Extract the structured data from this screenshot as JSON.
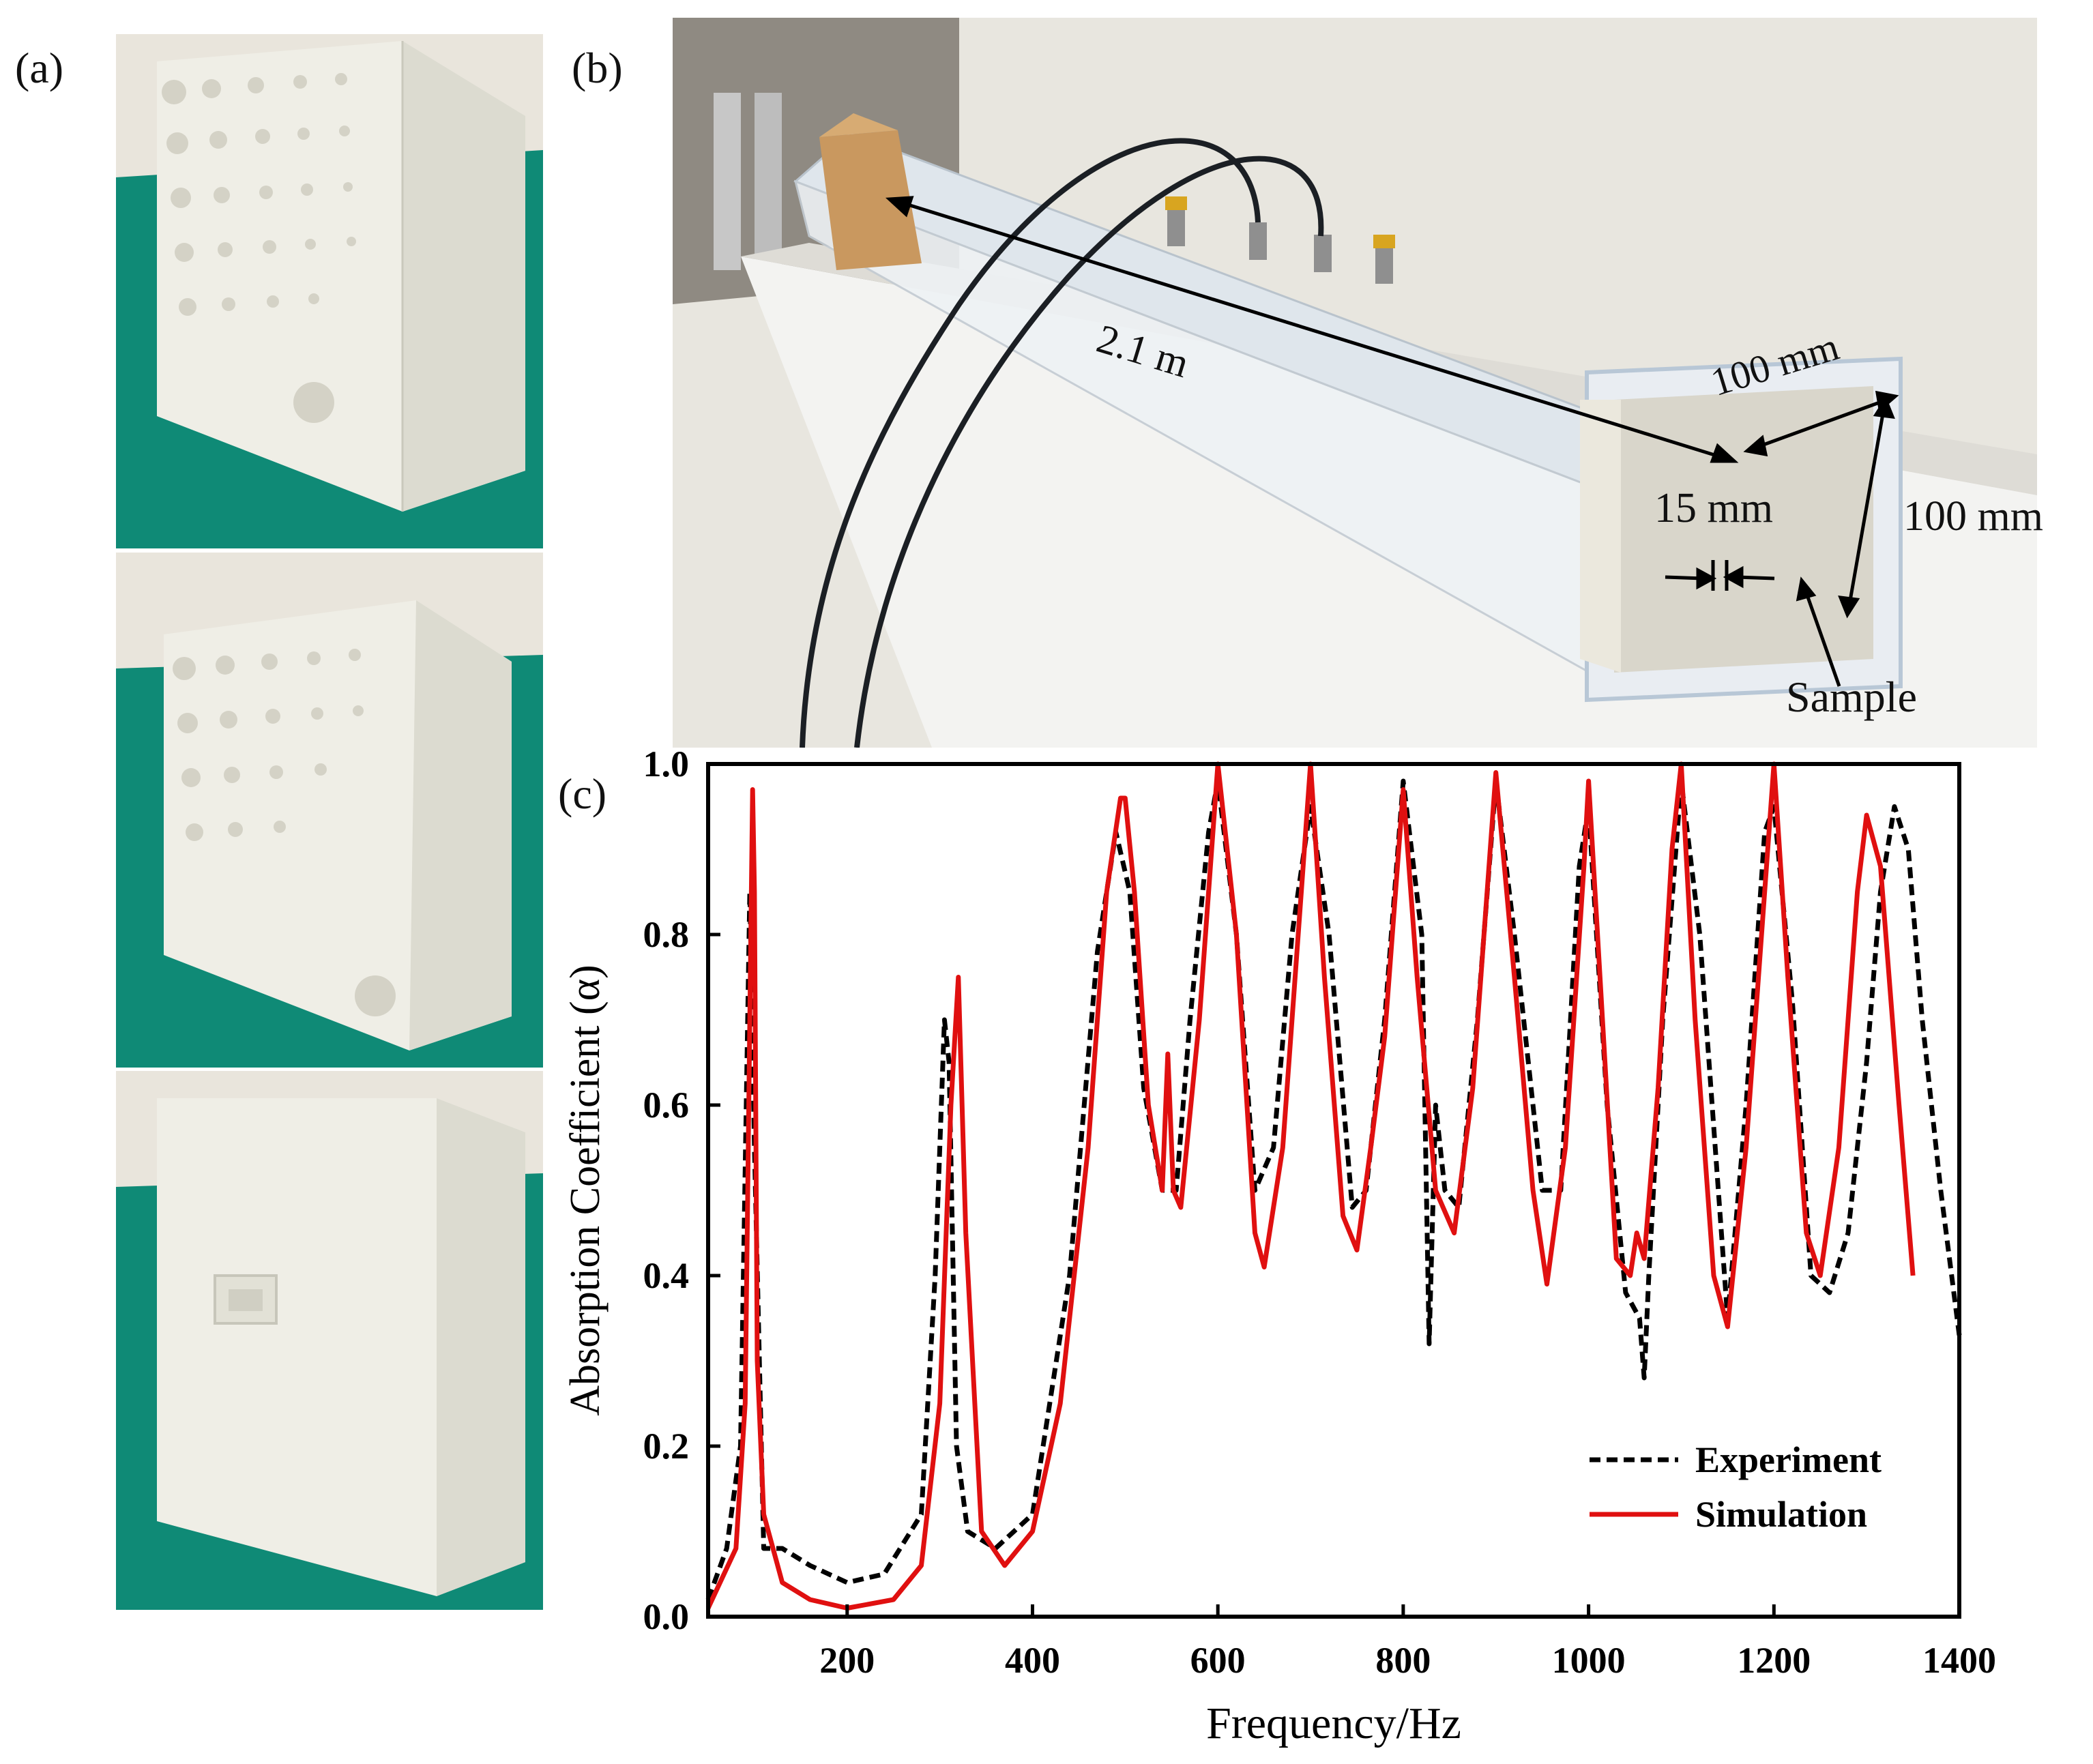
{
  "panels": {
    "a": {
      "label": "(a)"
    },
    "b": {
      "label": "(b)",
      "annotations": {
        "length": "2.1 m",
        "width": "100 mm",
        "height": "100 mm",
        "thickness": "15 mm",
        "sample": "Sample"
      }
    },
    "c": {
      "label": "(c)"
    }
  },
  "colors": {
    "experiment": "#000000",
    "simulation": "#e01010",
    "mat_green": "#0d8a78",
    "block_white": "#efefe6",
    "wall": "#e6e4dc"
  },
  "chart_data": {
    "type": "line",
    "xlabel": "Frequency/Hz",
    "ylabel": "Absorption Coefficient (α)",
    "xlim": [
      50,
      1400
    ],
    "ylim": [
      0.0,
      1.0
    ],
    "xticks": [
      "200",
      "400",
      "600",
      "800",
      "1000",
      "1200",
      "1400"
    ],
    "yticks": [
      "0.0",
      "0.2",
      "0.4",
      "0.6",
      "0.8",
      "1.0"
    ],
    "legend_position": "bottom-right",
    "grid": false,
    "series": [
      {
        "name": "Experiment",
        "style": "dashed",
        "color": "#000000",
        "x": [
          50,
          70,
          85,
          95,
          100,
          110,
          130,
          160,
          200,
          240,
          280,
          295,
          305,
          310,
          318,
          330,
          360,
          400,
          440,
          470,
          490,
          505,
          520,
          540,
          555,
          570,
          590,
          600,
          620,
          640,
          660,
          680,
          700,
          720,
          745,
          760,
          780,
          800,
          820,
          828,
          835,
          845,
          860,
          880,
          900,
          920,
          950,
          970,
          990,
          1000,
          1020,
          1040,
          1055,
          1060,
          1065,
          1080,
          1100,
          1120,
          1140,
          1150,
          1170,
          1190,
          1200,
          1220,
          1240,
          1260,
          1280,
          1300,
          1315,
          1330,
          1345,
          1360,
          1380,
          1400
        ],
        "values": [
          0.02,
          0.08,
          0.2,
          0.85,
          0.55,
          0.08,
          0.08,
          0.06,
          0.04,
          0.05,
          0.12,
          0.4,
          0.7,
          0.65,
          0.2,
          0.1,
          0.08,
          0.12,
          0.4,
          0.78,
          0.92,
          0.85,
          0.62,
          0.5,
          0.5,
          0.7,
          0.92,
          0.98,
          0.8,
          0.5,
          0.55,
          0.8,
          0.95,
          0.8,
          0.48,
          0.5,
          0.7,
          0.98,
          0.8,
          0.32,
          0.6,
          0.5,
          0.48,
          0.7,
          0.98,
          0.8,
          0.5,
          0.5,
          0.88,
          0.95,
          0.6,
          0.38,
          0.35,
          0.28,
          0.4,
          0.7,
          0.98,
          0.8,
          0.5,
          0.35,
          0.6,
          0.92,
          0.95,
          0.72,
          0.4,
          0.38,
          0.45,
          0.65,
          0.85,
          0.95,
          0.9,
          0.7,
          0.5,
          0.33
        ]
      },
      {
        "name": "Simulation",
        "style": "solid",
        "color": "#e01010",
        "x": [
          50,
          80,
          90,
          95,
          98,
          100,
          103,
          110,
          130,
          160,
          200,
          250,
          280,
          300,
          312,
          320,
          328,
          345,
          370,
          400,
          430,
          460,
          480,
          495,
          500,
          510,
          525,
          540,
          546,
          552,
          560,
          580,
          600,
          620,
          640,
          650,
          670,
          690,
          700,
          715,
          735,
          750,
          765,
          780,
          800,
          815,
          835,
          855,
          875,
          900,
          920,
          940,
          955,
          975,
          995,
          1000,
          1015,
          1030,
          1045,
          1052,
          1060,
          1075,
          1090,
          1100,
          1115,
          1135,
          1150,
          1170,
          1190,
          1200,
          1215,
          1235,
          1250,
          1270,
          1290,
          1300,
          1315,
          1335,
          1350
        ],
        "values": [
          0.01,
          0.08,
          0.25,
          0.7,
          0.97,
          0.85,
          0.3,
          0.12,
          0.04,
          0.02,
          0.01,
          0.02,
          0.06,
          0.25,
          0.6,
          0.75,
          0.45,
          0.1,
          0.06,
          0.1,
          0.25,
          0.55,
          0.85,
          0.96,
          0.96,
          0.85,
          0.6,
          0.5,
          0.66,
          0.5,
          0.48,
          0.7,
          1.0,
          0.8,
          0.45,
          0.41,
          0.55,
          0.85,
          1.0,
          0.75,
          0.47,
          0.43,
          0.55,
          0.68,
          0.97,
          0.75,
          0.5,
          0.45,
          0.62,
          0.99,
          0.75,
          0.5,
          0.39,
          0.55,
          0.88,
          0.98,
          0.7,
          0.42,
          0.4,
          0.45,
          0.42,
          0.62,
          0.9,
          1.0,
          0.7,
          0.4,
          0.34,
          0.55,
          0.85,
          1.0,
          0.75,
          0.45,
          0.4,
          0.55,
          0.85,
          0.94,
          0.88,
          0.6,
          0.4
        ]
      }
    ]
  }
}
